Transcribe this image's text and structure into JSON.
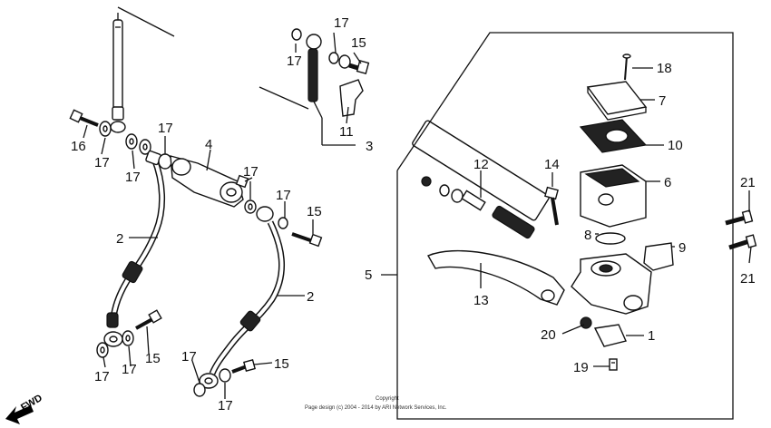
{
  "callouts": [
    {
      "id": "c1",
      "text": "17"
    },
    {
      "id": "c2",
      "text": "15"
    },
    {
      "id": "c3",
      "text": "17"
    },
    {
      "id": "c4",
      "text": "11"
    },
    {
      "id": "c5",
      "text": "3"
    },
    {
      "id": "c6",
      "text": "16"
    },
    {
      "id": "c7",
      "text": "17"
    },
    {
      "id": "c8",
      "text": "17"
    },
    {
      "id": "c9",
      "text": "17"
    },
    {
      "id": "c10",
      "text": "4"
    },
    {
      "id": "c11",
      "text": "17"
    },
    {
      "id": "c12",
      "text": "17"
    },
    {
      "id": "c13",
      "text": "15"
    },
    {
      "id": "c14",
      "text": "2"
    },
    {
      "id": "c15",
      "text": "2"
    },
    {
      "id": "c16",
      "text": "17"
    },
    {
      "id": "c17",
      "text": "17"
    },
    {
      "id": "c18",
      "text": "15"
    },
    {
      "id": "c19",
      "text": "17"
    },
    {
      "id": "c20",
      "text": "17"
    },
    {
      "id": "c21",
      "text": "15"
    },
    {
      "id": "c22",
      "text": "5"
    },
    {
      "id": "c23",
      "text": "12"
    },
    {
      "id": "c24",
      "text": "13"
    },
    {
      "id": "c25",
      "text": "14"
    },
    {
      "id": "c26",
      "text": "18"
    },
    {
      "id": "c27",
      "text": "7"
    },
    {
      "id": "c28",
      "text": "10"
    },
    {
      "id": "c29",
      "text": "6"
    },
    {
      "id": "c30",
      "text": "8"
    },
    {
      "id": "c31",
      "text": "9"
    },
    {
      "id": "c32",
      "text": "20"
    },
    {
      "id": "c33",
      "text": "1"
    },
    {
      "id": "c34",
      "text": "19"
    },
    {
      "id": "c35",
      "text": "21"
    },
    {
      "id": "c36",
      "text": "21"
    }
  ],
  "fwd_label": "FWD",
  "copyright": {
    "line1": "Copyright",
    "line2": "Page design (c) 2004 - 2014 by ARI Network Services, Inc."
  }
}
